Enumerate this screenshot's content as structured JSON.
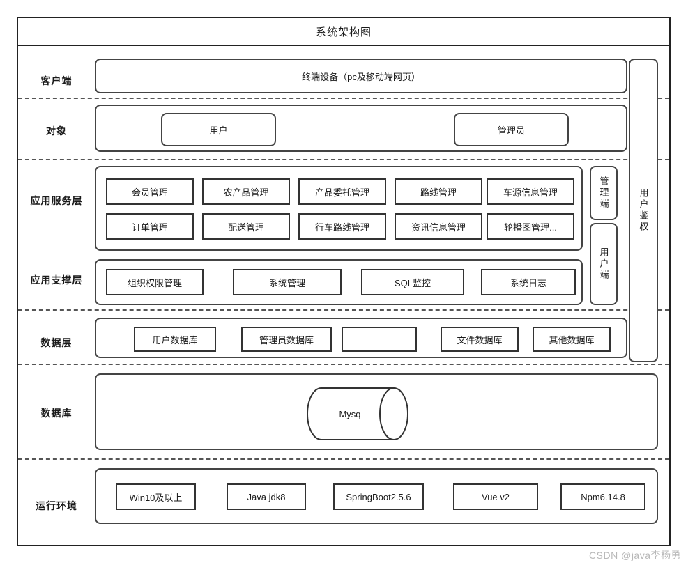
{
  "diagram": {
    "title": "系统架构图",
    "watermark": "CSDN @java李杨勇"
  },
  "rows": {
    "client": {
      "label": "客户端",
      "terminal": "终端设备（pc及移动端网页）"
    },
    "object": {
      "label": "对象",
      "user": "用户",
      "admin": "管理员"
    },
    "app_service": {
      "label": "应用服务层",
      "items_row1": [
        "会员管理",
        "农产品管理",
        "产品委托管理",
        "路线管理",
        "车源信息管理"
      ],
      "items_row2": [
        "订单管理",
        "配送管理",
        "行车路线管理",
        "资讯信息管理",
        "轮播图管理..."
      ]
    },
    "app_support": {
      "label": "应用支撑层",
      "items": [
        "组织权限管理",
        "系统管理",
        "SQL监控",
        "系统日志"
      ]
    },
    "data_layer": {
      "label": "数据层",
      "items": [
        "用户数据库",
        "管理员数据库",
        "",
        "文件数据库",
        "其他数据库"
      ]
    },
    "database": {
      "label": "数据库",
      "cylinder": "Mysq"
    },
    "runtime": {
      "label": "运行环境",
      "items": [
        "Win10及以上",
        "Java jdk8",
        "SpringBoot2.5.6",
        "Vue v2",
        "Npm6.14.8"
      ]
    }
  },
  "side": {
    "admin_client": "管理端",
    "user_client": "用户端",
    "user_auth": "用户鉴权"
  }
}
